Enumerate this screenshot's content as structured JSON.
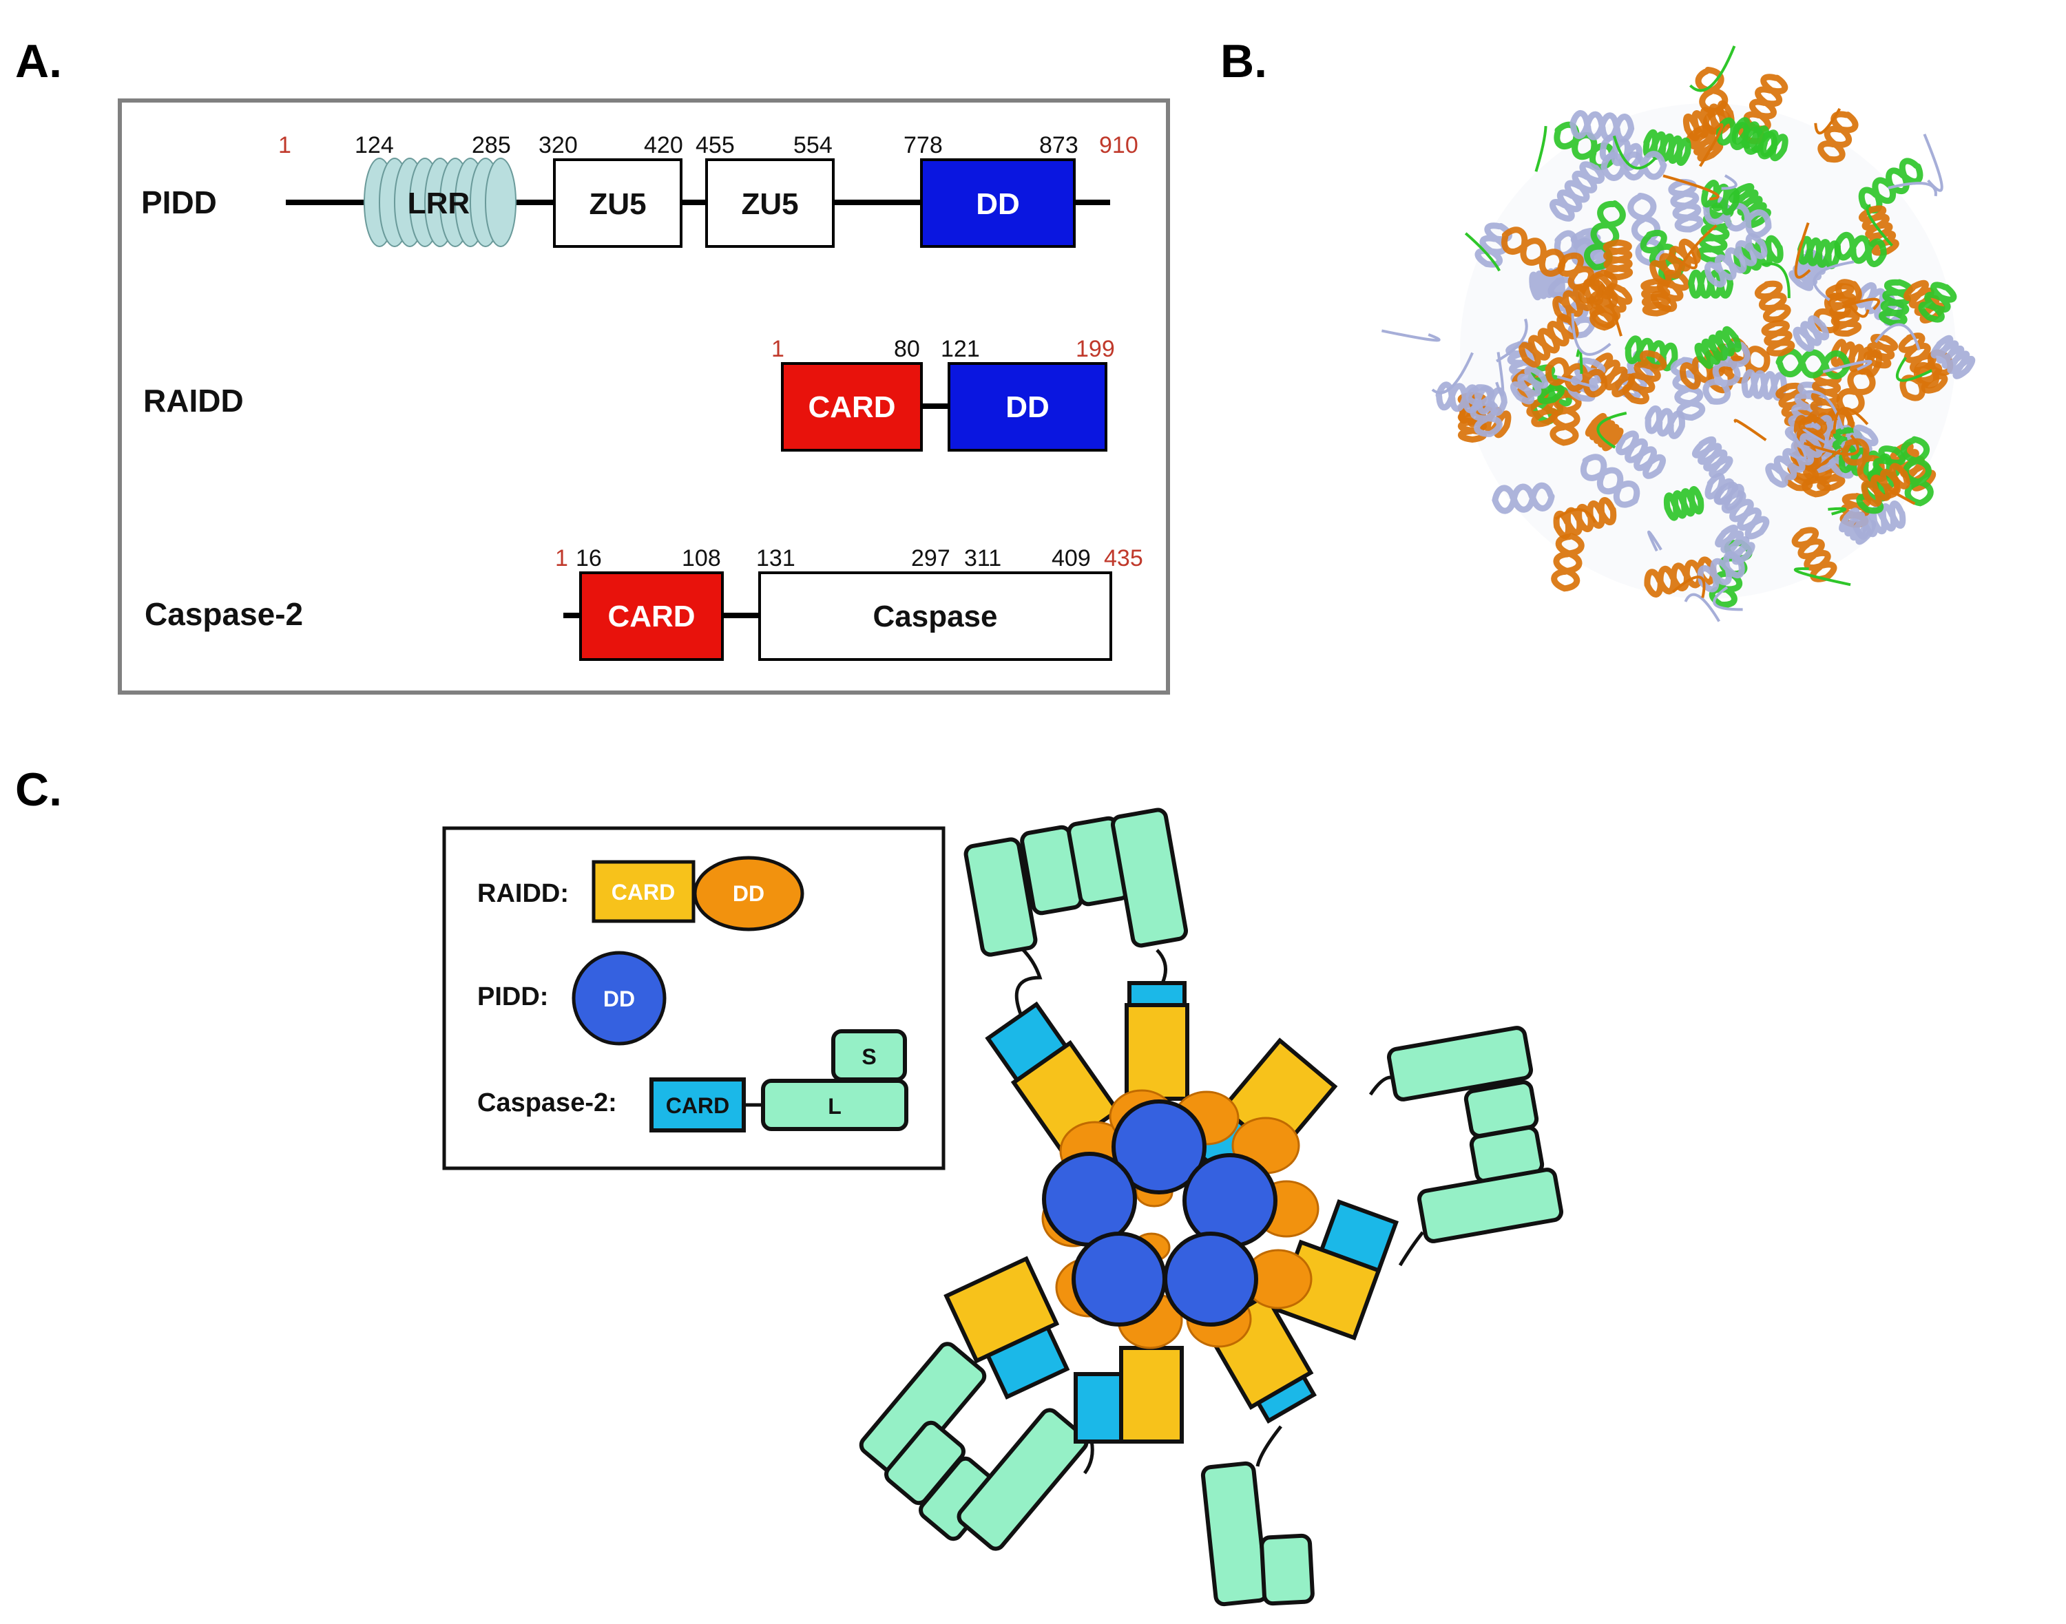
{
  "panels": {
    "a": "A.",
    "b": "B.",
    "c": "C."
  },
  "domains": {
    "pidd": {
      "name": "PIDD",
      "start": "1",
      "end": "910",
      "lrr_start": "124",
      "lrr_end": "285",
      "lrr_label": "LRR",
      "zu5_1_start": "320",
      "zu5_1_end": "420",
      "zu5_2_start": "455",
      "zu5_2_end": "554",
      "dd_start": "778",
      "dd_end": "873",
      "zu5_label": "ZU5",
      "dd_label": "DD"
    },
    "raidd": {
      "name": "RAIDD",
      "start": "1",
      "card_end": "80",
      "dd_start": "121",
      "end": "199",
      "card_label": "CARD",
      "dd_label": "DD"
    },
    "casp2": {
      "name": "Caspase-2",
      "start": "1",
      "card_start": "16",
      "card_end": "108",
      "casp_start": "131",
      "n297": "297",
      "n311": "311",
      "n409": "409",
      "end": "435",
      "card_label": "CARD",
      "casp_label": "Caspase"
    }
  },
  "legend": {
    "raidd_label": "RAIDD:",
    "raidd_card": "CARD",
    "raidd_dd": "DD",
    "pidd_label": "PIDD:",
    "pidd_dd": "DD",
    "casp2_label": "Caspase-2:",
    "casp2_card": "CARD",
    "casp2_s": "S",
    "casp2_l": "L"
  },
  "colors": {
    "card_red": "#e8120c",
    "dd_blue": "#0a16e0",
    "lrr": "#b9dede",
    "raidd_card": "#f7c21b",
    "raidd_dd": "#f2920e",
    "pidd_dd": "#3561e0",
    "casp_card": "#1bb8e8",
    "casp_body": "#95f0c6",
    "helix_orange": "#d9730a",
    "helix_lavender": "#a6aed8",
    "helix_green": "#2fc62a"
  }
}
